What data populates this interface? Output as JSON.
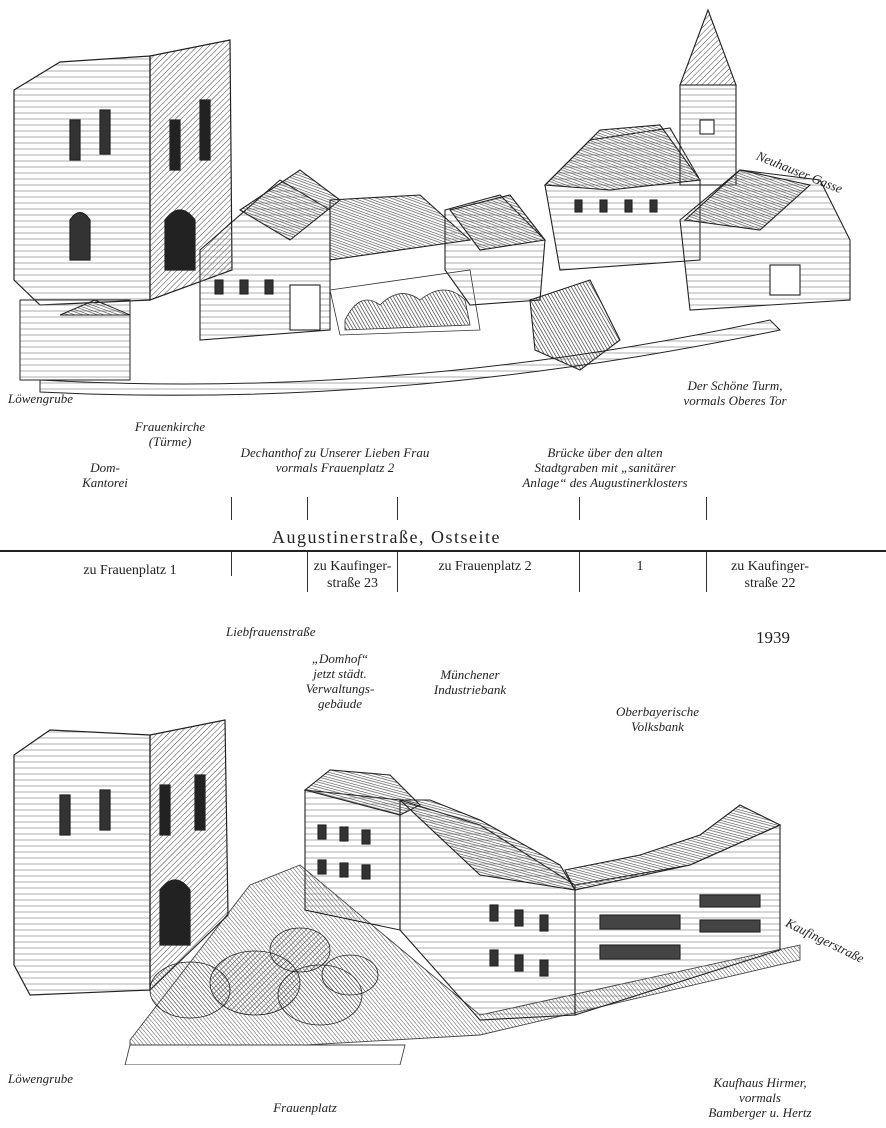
{
  "street_caption": "Augustinerstraße, Ostseite",
  "year": "1939",
  "top_view": {
    "corner_labels": {
      "left": "Löwengrube",
      "right": "Neuhauser Gasse"
    },
    "building_labels": [
      "Frauenkirche\n(Türme)",
      "Dom-\nKantorei",
      "Dechanthof zu Unserer Lieben Frau\nvormals Frauenplatz 2",
      "Brücke über den alten\nStadtgraben mit „sanitärer\nAnlage“ des Augustinerklosters",
      "Der Schöne Turm,\nvormals Oberes Tor"
    ]
  },
  "address_row": [
    "zu Frauenplatz 1",
    "zu Kaufinger-\nstraße 23",
    "zu Frauenplatz 2",
    "1",
    "zu Kaufinger-\nstraße 22"
  ],
  "bottom_view": {
    "building_labels": [
      "Liebfrauenstraße",
      "„Domhof“\njetzt städt.\nVerwaltungs-\ngebäude",
      "Münchener\nIndustriebank",
      "Oberbayerische\nVolksbank"
    ],
    "corner_labels": {
      "left": "Löwengrube",
      "right": "Kaufingerstraße",
      "bottom": "Frauenplatz",
      "store": "Kaufhaus Hirmer,\nvormals\nBamberger u. Hertz"
    }
  },
  "illustration": {
    "ink_color": "#2a2a2a",
    "paper_color": "#ffffff",
    "shade_color": "#8c8c8c"
  }
}
